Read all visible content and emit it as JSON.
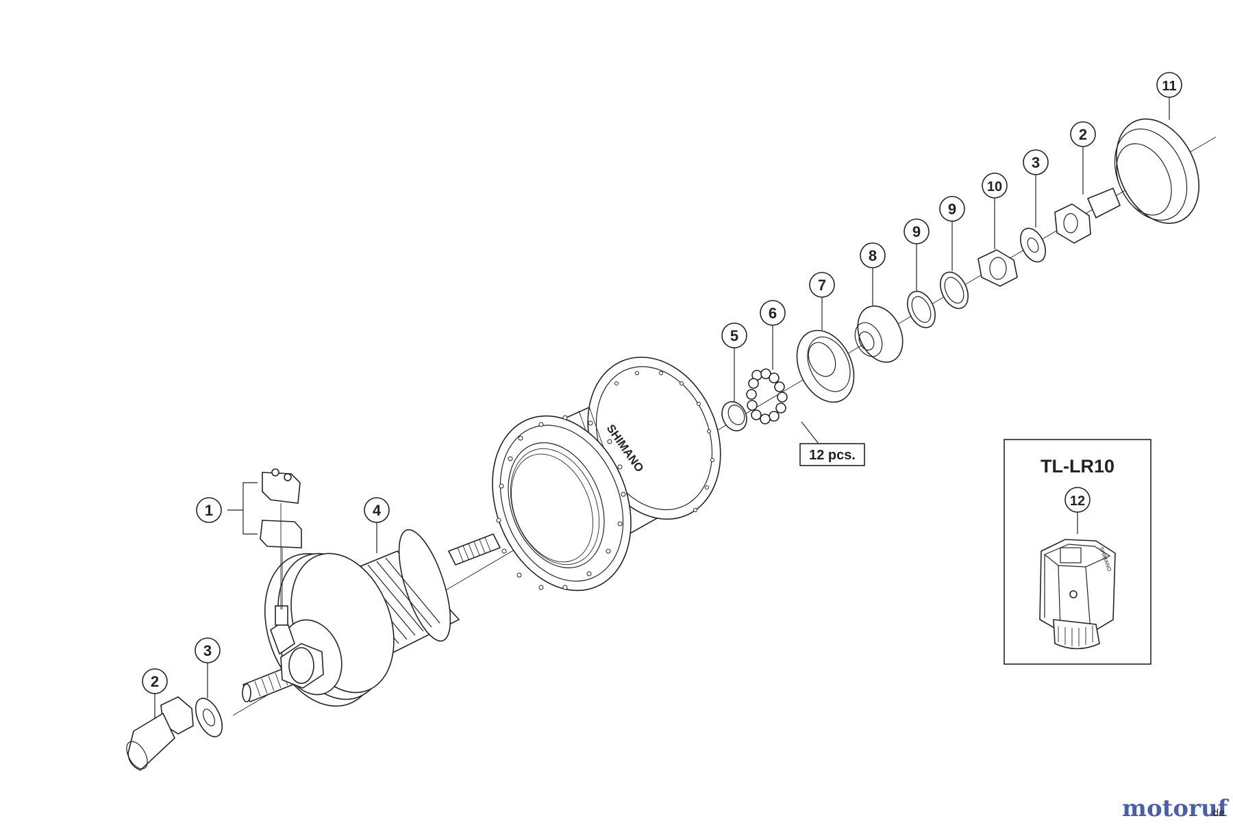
{
  "diagram": {
    "callouts": {
      "c1": "1",
      "c2_left": "2",
      "c3_left": "3",
      "c4": "4",
      "c5": "5",
      "c6": "6",
      "c7": "7",
      "c8": "8",
      "c9a": "9",
      "c9b": "9",
      "c10": "10",
      "c3_right": "3",
      "c2_right": "2",
      "c11": "11",
      "c12": "12"
    },
    "quantity_note": "12 pcs.",
    "tool_box_title": "TL-LR10",
    "shell_brand": "SHIMANO",
    "tool_brand": "SHIMANO"
  },
  "watermark": {
    "main": "motoruf",
    "suffix": ".de"
  },
  "colors": {
    "line": "#222222",
    "watermark_blue": "#4a5fa8",
    "watermark_orange": "#e08a1e"
  }
}
